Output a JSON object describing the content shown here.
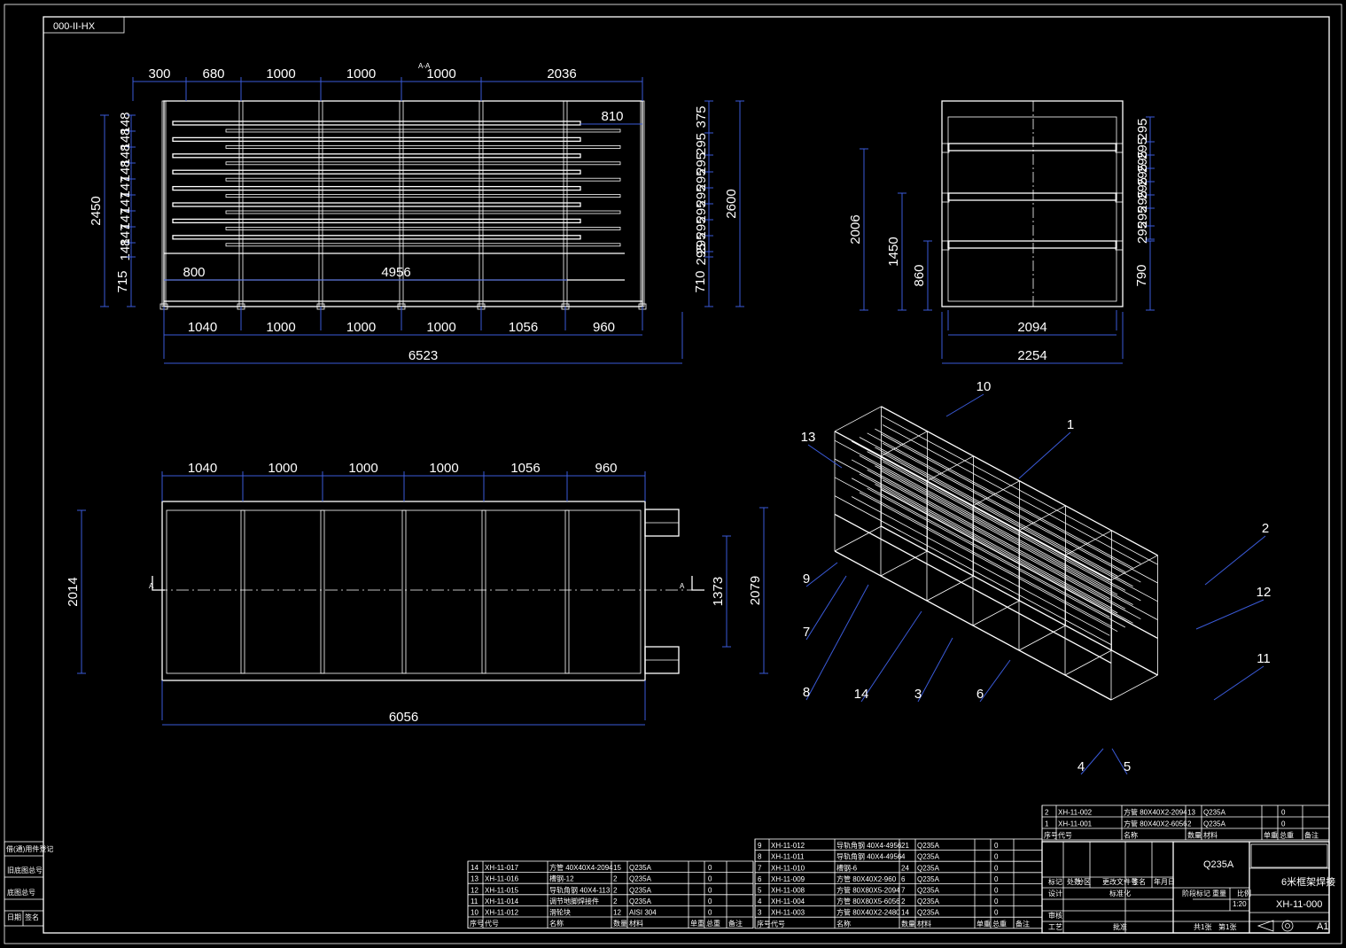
{
  "drawing_code_tag": "000-II-HX",
  "section_mark": "A-A",
  "view_marker": "A",
  "front_view": {
    "top_dims": [
      "300",
      "680",
      "1000",
      "1000",
      "1000",
      "2036"
    ],
    "overhang_dim": "810",
    "left_small_dims": [
      "148",
      "148",
      "148",
      "148",
      "147",
      "147",
      "147",
      "147",
      "148"
    ],
    "right_small_dims": [
      "375",
      "295",
      "295",
      "295",
      "295",
      "295",
      "295",
      "295",
      "295"
    ],
    "height_dim": "2450",
    "base_dim_left": "715",
    "inner_dim_800": "800",
    "inner_dim_4956": "4956",
    "base_dim_right": "710",
    "overall_height": "2600",
    "bottom_dims": [
      "1040",
      "1000",
      "1000",
      "1000",
      "1056",
      "960"
    ],
    "overall_length": "6523"
  },
  "side_view": {
    "right_dims": [
      "295",
      "295",
      "295",
      "295",
      "295",
      "295",
      "295",
      "295"
    ],
    "left_dims": [
      "2006",
      "1450",
      "860"
    ],
    "right_base_dim": "790",
    "width_inner": "2094",
    "width_outer": "2254"
  },
  "plan_view": {
    "top_dims": [
      "1040",
      "1000",
      "1000",
      "1000",
      "1056",
      "960"
    ],
    "left_dim": "2014",
    "inner_dim": "1373",
    "right_dim": "2079",
    "bottom_dim": "6056"
  },
  "balloons": [
    "10",
    "1",
    "13",
    "2",
    "12",
    "9",
    "7",
    "8",
    "14",
    "3",
    "6",
    "11",
    "4",
    "5"
  ],
  "bom_left": {
    "rows": [
      {
        "no": "14",
        "code": "XH-11-017",
        "name": "方管 40X40X4-2094",
        "qty": "15",
        "mat": "Q235A",
        "w": "0"
      },
      {
        "no": "13",
        "code": "XH-11-016",
        "name": "槽钢-12",
        "qty": "2",
        "mat": "Q235A",
        "w": "0"
      },
      {
        "no": "12",
        "code": "XH-11-015",
        "name": "导轨角钢 40X4-113",
        "qty": "2",
        "mat": "Q235A",
        "w": "0"
      },
      {
        "no": "11",
        "code": "XH-11-014",
        "name": "调节地脚焊接件",
        "qty": "2",
        "mat": "Q235A",
        "w": "0"
      },
      {
        "no": "10",
        "code": "XH-11-012",
        "name": "滑轮块",
        "qty": "12",
        "mat": "AISI 304",
        "w": "0"
      }
    ],
    "header": [
      "序号",
      "代号",
      "名称",
      "数量",
      "材料",
      "单重",
      "总重",
      "备注"
    ]
  },
  "bom_mid": {
    "rows": [
      {
        "no": "9",
        "code": "XH-11-012",
        "name": "导轨角钢 40X4-4956",
        "qty": "21",
        "mat": "Q235A",
        "w": "0"
      },
      {
        "no": "8",
        "code": "XH-11-011",
        "name": "导轨角钢 40X4-4956",
        "qty": "4",
        "mat": "Q235A",
        "w": "0"
      },
      {
        "no": "7",
        "code": "XH-11-010",
        "name": "槽钢-6",
        "qty": "24",
        "mat": "Q235A",
        "w": "0"
      },
      {
        "no": "6",
        "code": "XH-11-009",
        "name": "方管 80X40X2-960",
        "qty": "6",
        "mat": "Q235A",
        "w": "0"
      },
      {
        "no": "5",
        "code": "XH-11-008",
        "name": "方管 80X80X5-2094",
        "qty": "7",
        "mat": "Q235A",
        "w": "0"
      },
      {
        "no": "4",
        "code": "XH-11-004",
        "name": "方管 80X80X5-6056",
        "qty": "2",
        "mat": "Q235A",
        "w": "0"
      },
      {
        "no": "3",
        "code": "XH-11-003",
        "name": "方管 80X40X2-2480",
        "qty": "14",
        "mat": "Q235A",
        "w": "0"
      }
    ],
    "header": [
      "序号",
      "代号",
      "名称",
      "数量",
      "材料",
      "单重",
      "总重",
      "备注"
    ]
  },
  "bom_right": {
    "rows": [
      {
        "no": "2",
        "code": "XH-11-002",
        "name": "方管 80X40X2-2094",
        "qty": "13",
        "mat": "Q235A",
        "w": "0"
      },
      {
        "no": "1",
        "code": "XH-11-001",
        "name": "方管 80X40X2-6056",
        "qty": "2",
        "mat": "Q235A",
        "w": "0"
      }
    ],
    "header": [
      "序号",
      "代号",
      "名称",
      "数量",
      "材料",
      "单重",
      "总重",
      "备注"
    ]
  },
  "title_block": {
    "material": "Q235A",
    "drawing_name": "6米框架焊接",
    "drawing_no": "XH-11-000",
    "scale": "1:20",
    "sheet_size": "A1",
    "labels": [
      "标记",
      "处数",
      "分区",
      "更改文件号",
      "签名",
      "年月日",
      "设计",
      "标准化",
      "阶段标记",
      "重量",
      "比例",
      "审核",
      "工艺",
      "批准",
      "共1张",
      "第1张"
    ]
  },
  "left_margin": [
    "借(通)用件登记",
    "旧底图总号",
    "底图总号",
    "签名",
    "日期"
  ]
}
